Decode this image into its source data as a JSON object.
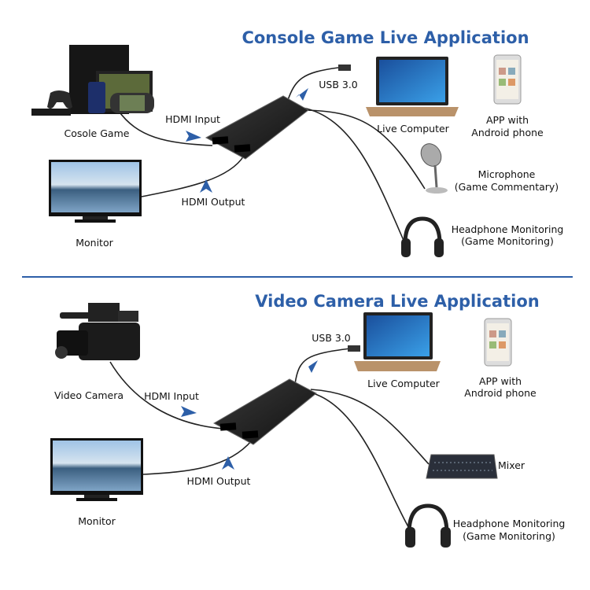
{
  "top": {
    "title": "Console Game Live Application",
    "labels": {
      "console": "Cosole Game",
      "monitor": "Monitor",
      "hdmi_input": "HDMI Input",
      "hdmi_output": "HDMI Output",
      "usb": "USB 3.0",
      "computer": "Live Computer",
      "app_line1": "APP with",
      "app_line2": "Android phone",
      "mic_line1": "Microphone",
      "mic_line2": "(Game Commentary)",
      "headphone_line1": "Headphone Monitoring",
      "headphone_line2": "(Game Monitoring)"
    }
  },
  "bottom": {
    "title": "Video Camera Live Application",
    "labels": {
      "camera": "Video Camera",
      "monitor": "Monitor",
      "hdmi_input": "HDMI Input",
      "hdmi_output": "HDMI Output",
      "usb": "USB 3.0",
      "computer": "Live Computer",
      "app_line1": "APP with",
      "app_line2": "Android phone",
      "mixer": "Mixer",
      "headphone_line1": "Headphone Monitoring",
      "headphone_line2": "(Game Monitoring)"
    }
  },
  "colors": {
    "title": "#2d5fa8",
    "arrow": "#2d5fa8",
    "divider": "#2d5fa8"
  }
}
